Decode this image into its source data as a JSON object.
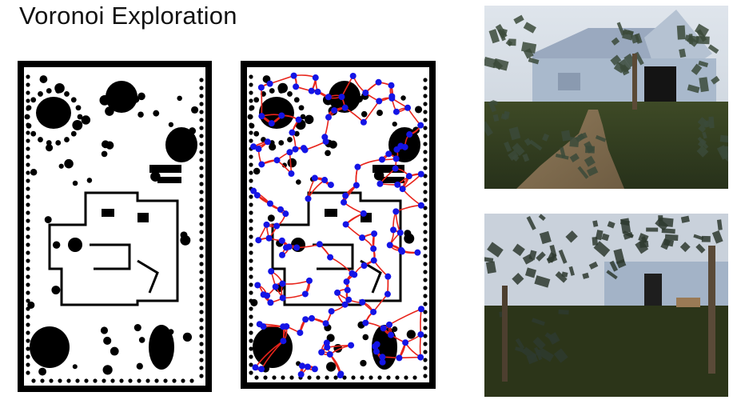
{
  "page": {
    "title": "Voronoi Exploration"
  },
  "figures": [
    {
      "name": "occupancy-map",
      "description_icon": "floor-plan-map"
    },
    {
      "name": "voronoi-graph-map",
      "description_icon": "voronoi-graph"
    },
    {
      "name": "render-house-view",
      "description_icon": "3d-render"
    },
    {
      "name": "render-trees-view",
      "description_icon": "3d-render"
    }
  ],
  "colors": {
    "background": "#ffffff",
    "obstacle": "#000000",
    "voronoi_edge": "#e8241b",
    "voronoi_node": "#1414e6",
    "grass": "#2f3a1c",
    "sky": "#cfd6de",
    "house_wall": "#a9b9cc",
    "foliage": "#3b4a3a"
  }
}
